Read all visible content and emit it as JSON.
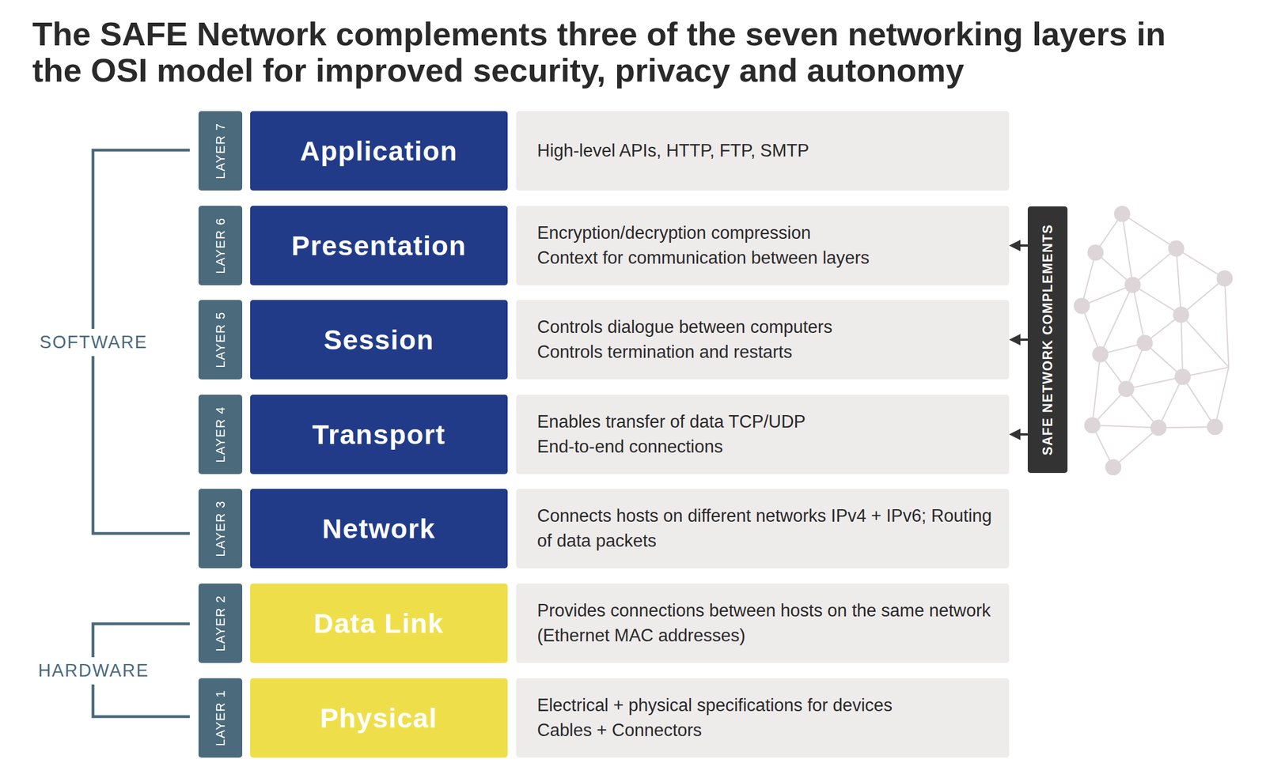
{
  "diagram": {
    "title": "The SAFE Network complements three of the seven networking layers in the OSI model for improved security, privacy and autonomy",
    "nodes": [
      {
        "text": [
          "LAYER 7"
        ]
      },
      {
        "text": [
          "Application"
        ]
      },
      {
        "text": [
          "High-level APIs, HTTP, FTP, SMTP"
        ]
      },
      {
        "text": [
          "LAYER 6"
        ]
      },
      {
        "text": [
          "Presentation"
        ]
      },
      {
        "text": [
          "Encryption/decryption compression",
          "Context for communication between layers"
        ]
      },
      {
        "text": [
          "LAYER 5"
        ]
      },
      {
        "text": [
          "Session"
        ]
      },
      {
        "text": [
          "Controls dialogue between computers",
          "Controls termination and restarts"
        ]
      },
      {
        "text": [
          "LAYER 4"
        ]
      },
      {
        "text": [
          "Transport"
        ]
      },
      {
        "text": [
          "Enables transfer of data TCP/UDP",
          "End-to-end connections"
        ]
      },
      {
        "text": [
          "LAYER 3"
        ]
      },
      {
        "text": [
          "Network"
        ]
      },
      {
        "text": [
          "Connects hosts on different networks IPv4 + IPv6; Routing of data packets"
        ]
      },
      {
        "text": [
          "LAYER 2"
        ]
      },
      {
        "text": [
          "Data Link"
        ]
      },
      {
        "text": [
          "Provides connections between hosts on the same network (Ethernet MAC addresses)"
        ]
      },
      {
        "text": [
          "LAYER 1"
        ]
      },
      {
        "text": [
          "Physical"
        ]
      },
      {
        "text": [
          "Electrical + physical specifications for devices",
          "Cables + Connectors"
        ]
      },
      {
        "text": [
          "SAFE NETWORK COMPLEMENTS"
        ]
      }
    ],
    "edges": [
      {
        "from": 21,
        "to": 5,
        "arrow": "to"
      },
      {
        "from": 21,
        "to": 8,
        "arrow": "to"
      },
      {
        "from": 21,
        "to": 11,
        "arrow": "to"
      }
    ],
    "labels": [
      "SOFTWARE",
      "HARDWARE"
    ]
  }
}
